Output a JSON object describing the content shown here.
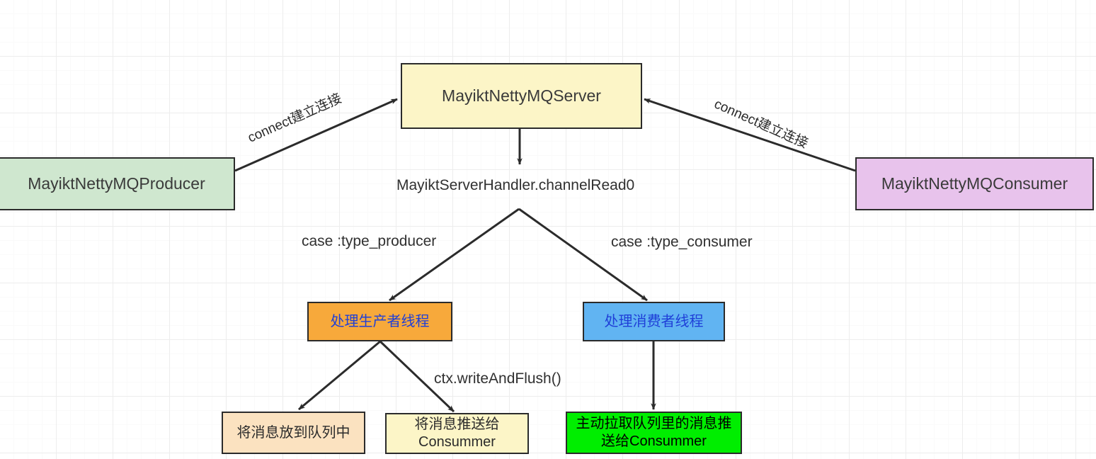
{
  "diagram": {
    "title": "MayiktNettyMQ architecture flow",
    "background": "#ffffff",
    "grid_minor_color": "#fafafa",
    "grid_major_color": "#ededed",
    "edge_color": "#2b2b2b"
  },
  "nodes": {
    "server": {
      "label": "MayiktNettyMQServer",
      "fill": "#fcf5c7",
      "text_color": "#3a3a3a"
    },
    "producer": {
      "label": "MayiktNettyMQProducer",
      "fill": "#cfe7cf",
      "text_color": "#3a3a3a"
    },
    "consumer": {
      "label": "MayiktNettyMQConsumer",
      "fill": "#e8c3ec",
      "text_color": "#3a3a3a"
    },
    "prod_thread": {
      "label": "处理生产者线程",
      "fill": "#f7a93b",
      "text_color": "#1f3fd8"
    },
    "cons_thread": {
      "label": "处理消费者线程",
      "fill": "#61b4f2",
      "text_color": "#1f3fd8"
    },
    "queue_put": {
      "label": "将消息放到队列中",
      "fill": "#fbe2c0",
      "text_color": "#2b2b2b"
    },
    "push_consumer": {
      "label": "将消息推送给\nConsummer",
      "fill": "#fcf5c7",
      "text_color": "#2b2b2b"
    },
    "pull_consumer": {
      "label": "主动拉取队列里的消息推\n送给Consummer",
      "fill": "#00ee00",
      "text_color": "#000000"
    }
  },
  "labels": {
    "handler": "MayiktServerHandler.channelRead0",
    "connect_left": "connect建立连接",
    "connect_right": "connect建立连接",
    "case_producer": "case :type_producer",
    "case_consumer": "case :type_consumer",
    "write_and_flush": "ctx.writeAndFlush()"
  }
}
